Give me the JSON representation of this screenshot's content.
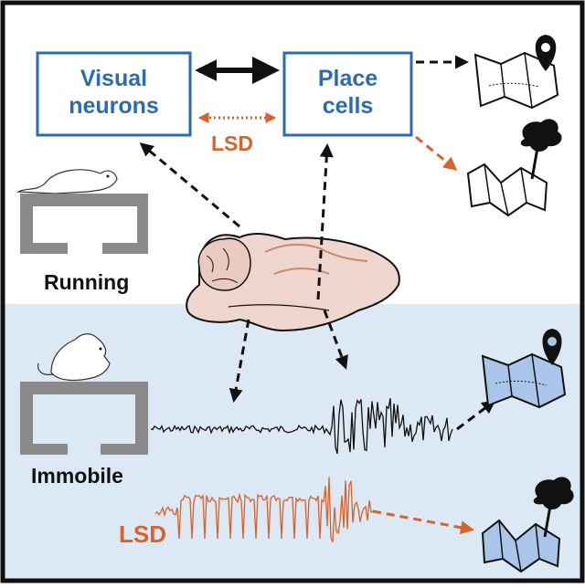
{
  "boxes": {
    "visual_neurons": "Visual\nneurons",
    "place_cells": "Place\ncells"
  },
  "labels": {
    "lsd_top": "LSD",
    "running": "Running",
    "immobile": "Immobile",
    "lsd_bottom": "LSD"
  },
  "colors": {
    "frame": "#111111",
    "box_border": "#2a6bb3",
    "box_text": "#2a6bb3",
    "lsd_orange": "#d9622b",
    "lower_panel": "#dce8f3",
    "map_blue": "#a9c6ea",
    "brain_fill": "#eed6cf",
    "platform_gray": "#8a8a8a"
  },
  "icons": {
    "map_icons": [
      "map-pin-icon",
      "map-cloud-icon"
    ],
    "animals": [
      "rat-icon"
    ]
  }
}
